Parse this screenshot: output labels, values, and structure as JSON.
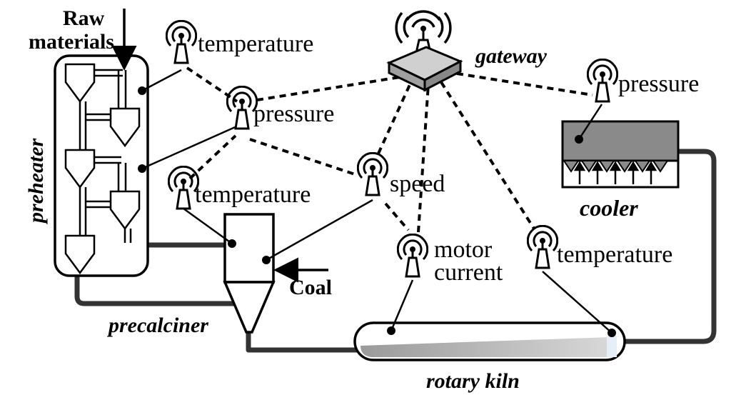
{
  "labels": {
    "raw_materials_line1": "Raw",
    "raw_materials_line2": "materials",
    "preheater": "preheater",
    "precalciner": "precalciner",
    "coal": "Coal",
    "rotary_kiln": "rotary kiln",
    "cooler": "cooler",
    "gateway": "gateway"
  },
  "sensors": {
    "temp_preheater": "temperature",
    "pressure_preheater": "pressure",
    "temp_precalciner": "temperature",
    "speed": "speed",
    "motor_current_line1": "motor",
    "motor_current_line2": "current",
    "temp_kiln": "temperature",
    "pressure_cooler": "pressure"
  },
  "icons": {
    "sensor": "wireless-sensor-icon",
    "gateway": "wireless-gateway-icon"
  }
}
